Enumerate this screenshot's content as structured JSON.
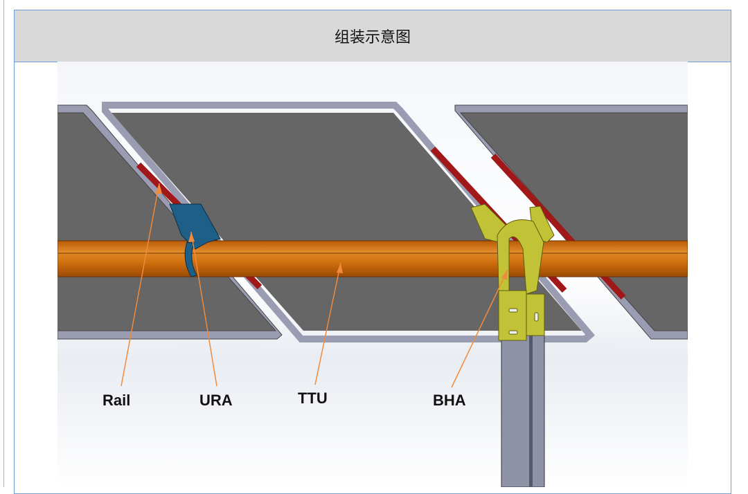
{
  "header": {
    "title": "组装示意图"
  },
  "figure": {
    "labels": {
      "rail": "Rail",
      "ura": "URA",
      "ttu": "TTU",
      "bha": "BHA"
    },
    "colors": {
      "pipe": "#c8640a",
      "rail": "#a01818",
      "ura": "#1d5f86",
      "bha": "#c2c236",
      "panel": "#666666",
      "frame": "#9a9db2",
      "leader": "#f08a3c"
    }
  }
}
